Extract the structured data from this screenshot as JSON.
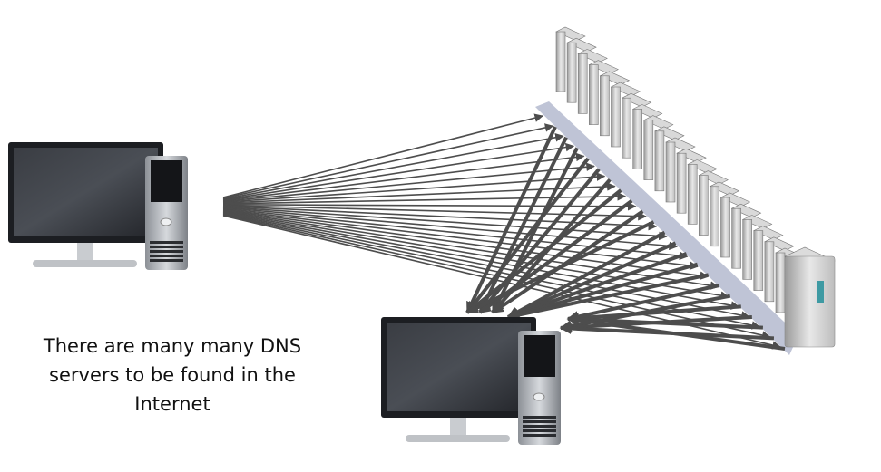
{
  "caption": {
    "line1": "There are many many DNS",
    "line2": "servers to be found in the",
    "line3": "Internet"
  },
  "diagram": {
    "nodes": [
      {
        "id": "client-computer",
        "icon": "desktop-computer-icon"
      },
      {
        "id": "dns-server-farm",
        "icon": "server-tower-icon",
        "count": 22
      },
      {
        "id": "resolver-computer",
        "icon": "desktop-computer-icon"
      }
    ],
    "edges": [
      {
        "from": "client-computer",
        "to": "dns-server-farm",
        "style": "thin-arrows",
        "count": 24
      },
      {
        "from": "dns-server-farm",
        "to": "resolver-computer",
        "style": "thick-arrows",
        "count": 22
      }
    ],
    "colors": {
      "arrow": "#4d4d4d",
      "shadow": "#8a93b5",
      "screen": "#2e3136"
    }
  }
}
